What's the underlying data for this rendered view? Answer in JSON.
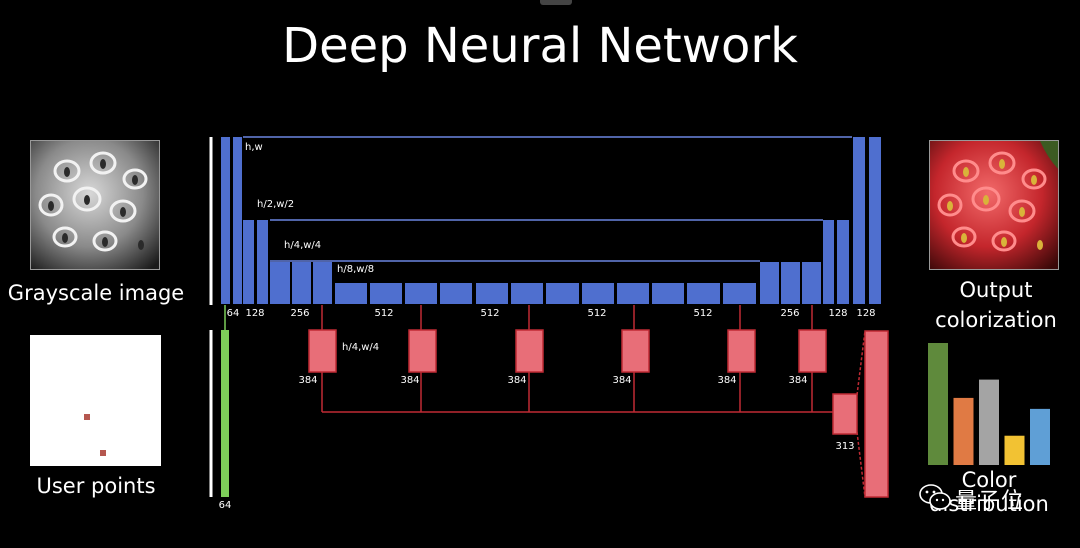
{
  "title": "Deep Neural Network",
  "inputs": {
    "grayscale_caption": "Grayscale image",
    "user_points_caption": "User points"
  },
  "outputs": {
    "colorization_caption_line1": "Output",
    "colorization_caption_line2": "colorization",
    "distribution_caption_line1": "Color",
    "distribution_caption_line2": "distribution",
    "distribution_bar_heights": [
      1.0,
      0.55,
      0.7,
      0.24,
      0.46
    ],
    "distribution_bar_colors": [
      "#5f8a3c",
      "#e07a44",
      "#a4a4a4",
      "#f2c233",
      "#5f9fd6"
    ]
  },
  "network": {
    "main_colors": {
      "encoder": "#4f6fcf",
      "side": "#e86e78",
      "input": "#7ecf5a",
      "skip": "#6a86e0",
      "side_line": "#c02a34"
    },
    "resolution_labels": [
      "h,w",
      "h/2,w/2",
      "h/4,w/4",
      "h/8,w/8"
    ],
    "side_resolution_label": "h/4,w/4",
    "channel_labels": [
      "64",
      "128",
      "256",
      "512",
      "512",
      "512",
      "512",
      "256",
      "128",
      "128"
    ],
    "side_channel_labels": [
      "384",
      "384",
      "384",
      "384",
      "384",
      "384"
    ],
    "side_output_channels": "313",
    "input_channels": "64"
  },
  "watermark": {
    "text": "量子位",
    "icon": "wechat-icon"
  }
}
